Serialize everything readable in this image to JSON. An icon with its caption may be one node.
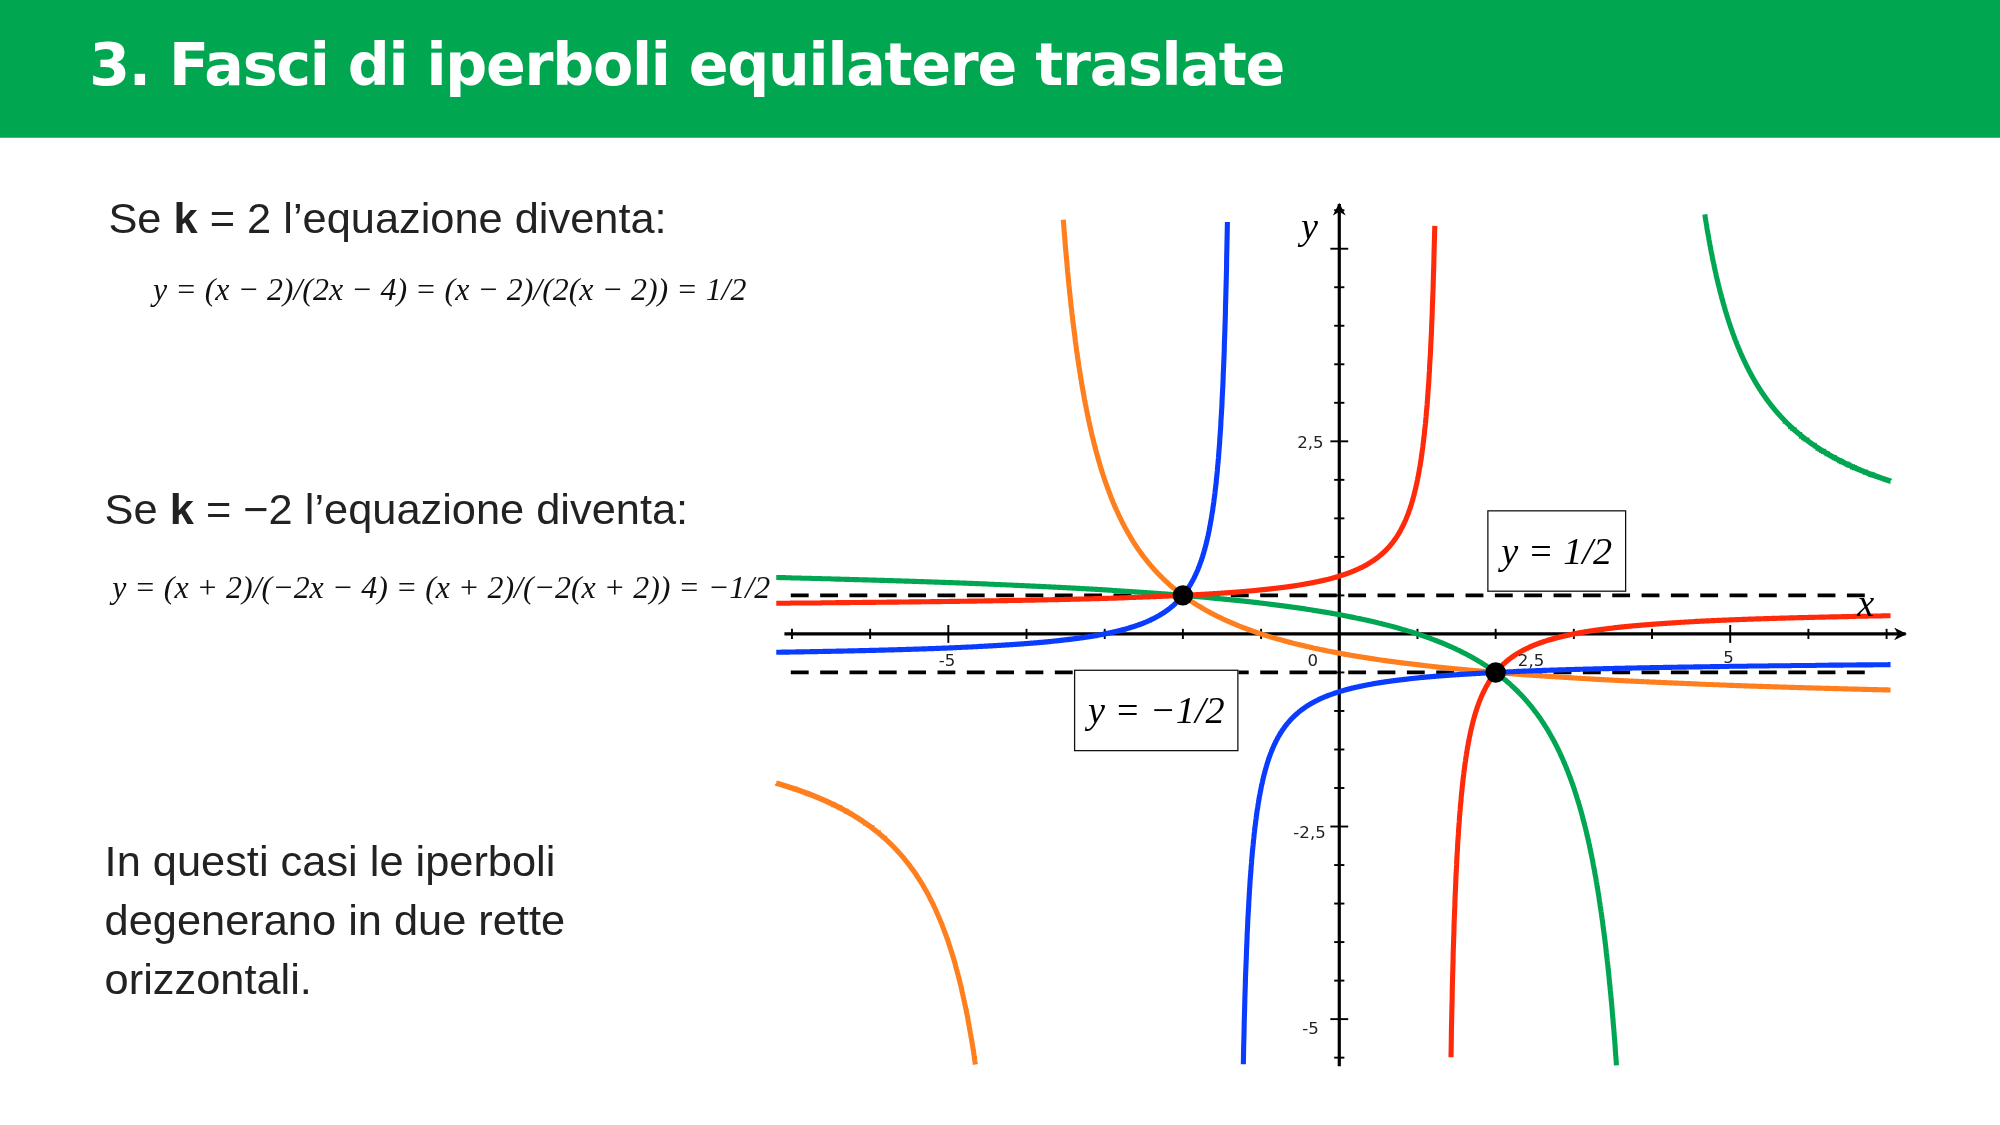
{
  "diagram": {
    "title": "3. Fasci di iperboli equilatere traslate",
    "nodes": [
      {
        "text": [
          "y = 1/2"
        ]
      },
      {
        "text": [
          "y = −1/2"
        ]
      }
    ],
    "labels": [
      "Se **k** = 2  l’equazione diventa:",
      "y = (x − 2)/(2x − 4) = (x − 2)/(2(x − 2)) = 1/2",
      "Se **k** = −2 l’equazione diventa:",
      "y = (x + 2)/(−2x − 4) = (x + 2)/(−2(x + 2)) = −1/2",
      "y",
      "2,5",
      "x",
      "-5",
      "0",
      "2,5",
      "5",
      "-2,5",
      "-5",
      "In questi casi le iperboli degenerano in due rette orizzontali."
    ]
  }
}
